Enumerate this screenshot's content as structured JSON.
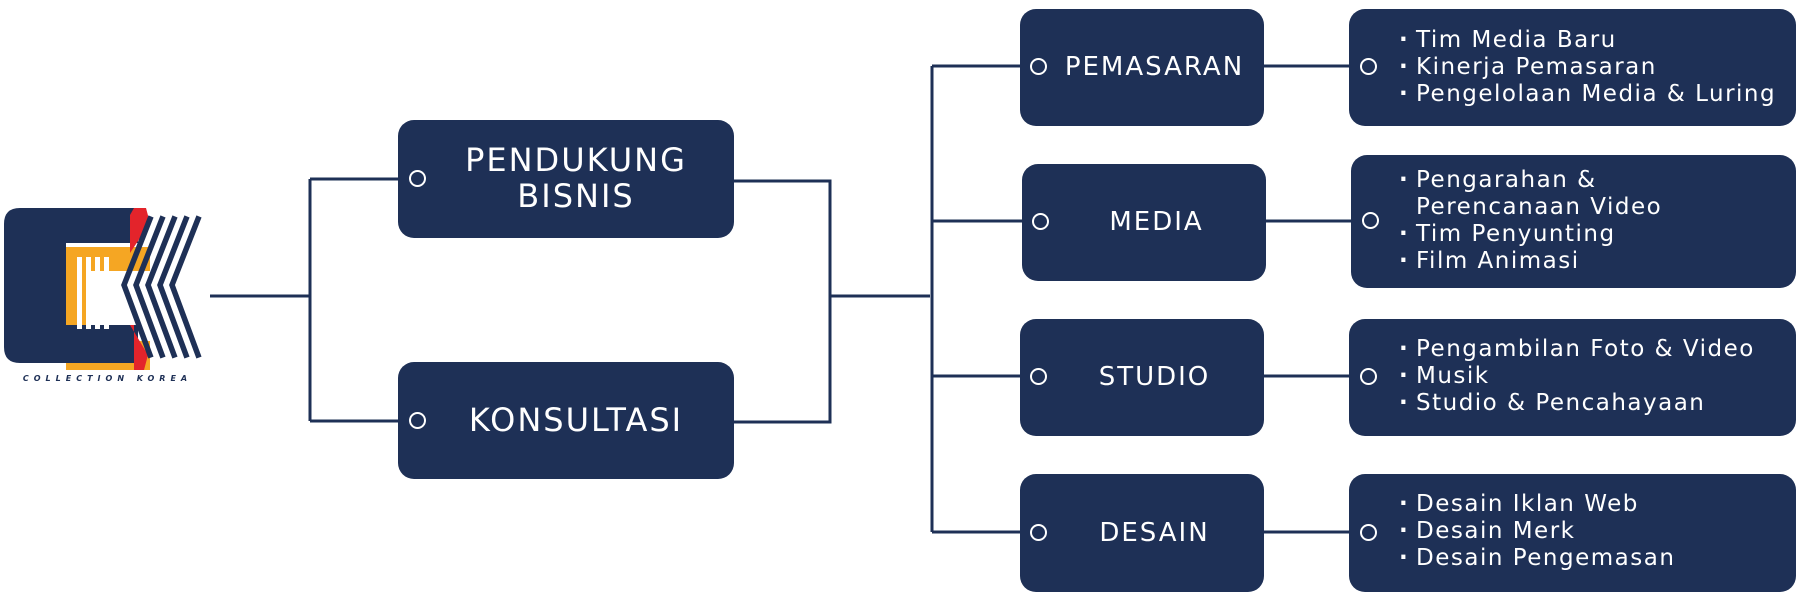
{
  "colors": {
    "navy": "#1e3056",
    "orange": "#f5a623",
    "red": "#e3242b",
    "white": "#ffffff"
  },
  "logo": {
    "text": "COLLECTION KOREA"
  },
  "level1": [
    {
      "id": "pendukung-bisnis",
      "lines": [
        "PENDUKUNG",
        "BISNIS"
      ]
    },
    {
      "id": "konsultasi",
      "label": "KONSULTASI"
    }
  ],
  "level2": [
    {
      "id": "pemasaran",
      "label": "PEMASARAN",
      "items": [
        "Tim Media Baru",
        "Kinerja Pemasaran",
        "Pengelolaan Media & Luring"
      ]
    },
    {
      "id": "media",
      "label": "MEDIA",
      "items": [
        "Pengarahan &",
        "Perencanaan Video",
        "Tim Penyunting",
        "Film Animasi"
      ]
    },
    {
      "id": "studio",
      "label": "STUDIO",
      "items": [
        "Pengambilan Foto & Video",
        "Musik",
        "Studio & Pencahayaan"
      ]
    },
    {
      "id": "desain",
      "label": "DESAIN",
      "items": [
        "Desain Iklan Web",
        "Desain Merk",
        "Desain Pengemasan"
      ]
    }
  ]
}
